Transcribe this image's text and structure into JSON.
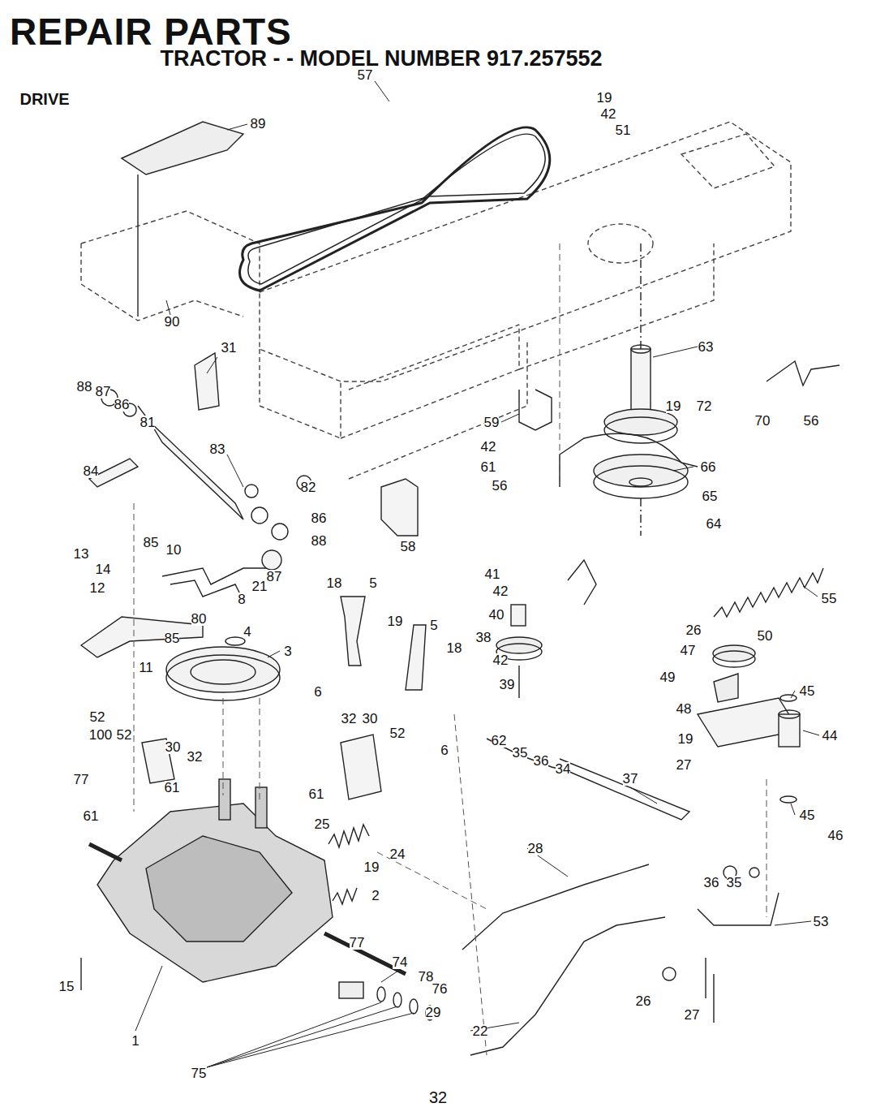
{
  "diagram": {
    "title": "REPAIR PARTS",
    "labels": [
      "TRACTOR - - MODEL NUMBER 917.257552",
      "DRIVE",
      "32",
      "57",
      "19",
      "42",
      "51",
      "89",
      "90",
      "31",
      "88",
      "87",
      "86",
      "81",
      "83",
      "82",
      "84",
      "86",
      "88",
      "85",
      "10",
      "87",
      "13",
      "14",
      "12",
      "21",
      "18",
      "5",
      "8",
      "19",
      "5",
      "80",
      "4",
      "18",
      "85",
      "3",
      "11",
      "6",
      "52",
      "100",
      "52",
      "30",
      "32",
      "32",
      "30",
      "52",
      "6",
      "77",
      "61",
      "61",
      "61",
      "25",
      "19",
      "24",
      "2",
      "77",
      "74",
      "78",
      "76",
      "75",
      "15",
      "1",
      "29",
      "22",
      "63",
      "19",
      "72",
      "70",
      "56",
      "59",
      "42",
      "61",
      "66",
      "56",
      "65",
      "64",
      "58",
      "41",
      "42",
      "55",
      "40",
      "26",
      "50",
      "38",
      "47",
      "42",
      "49",
      "39",
      "45",
      "48",
      "44",
      "19",
      "62",
      "35",
      "36",
      "34",
      "27",
      "37",
      "45",
      "46",
      "28",
      "36",
      "35",
      "53",
      "26",
      "27"
    ]
  }
}
